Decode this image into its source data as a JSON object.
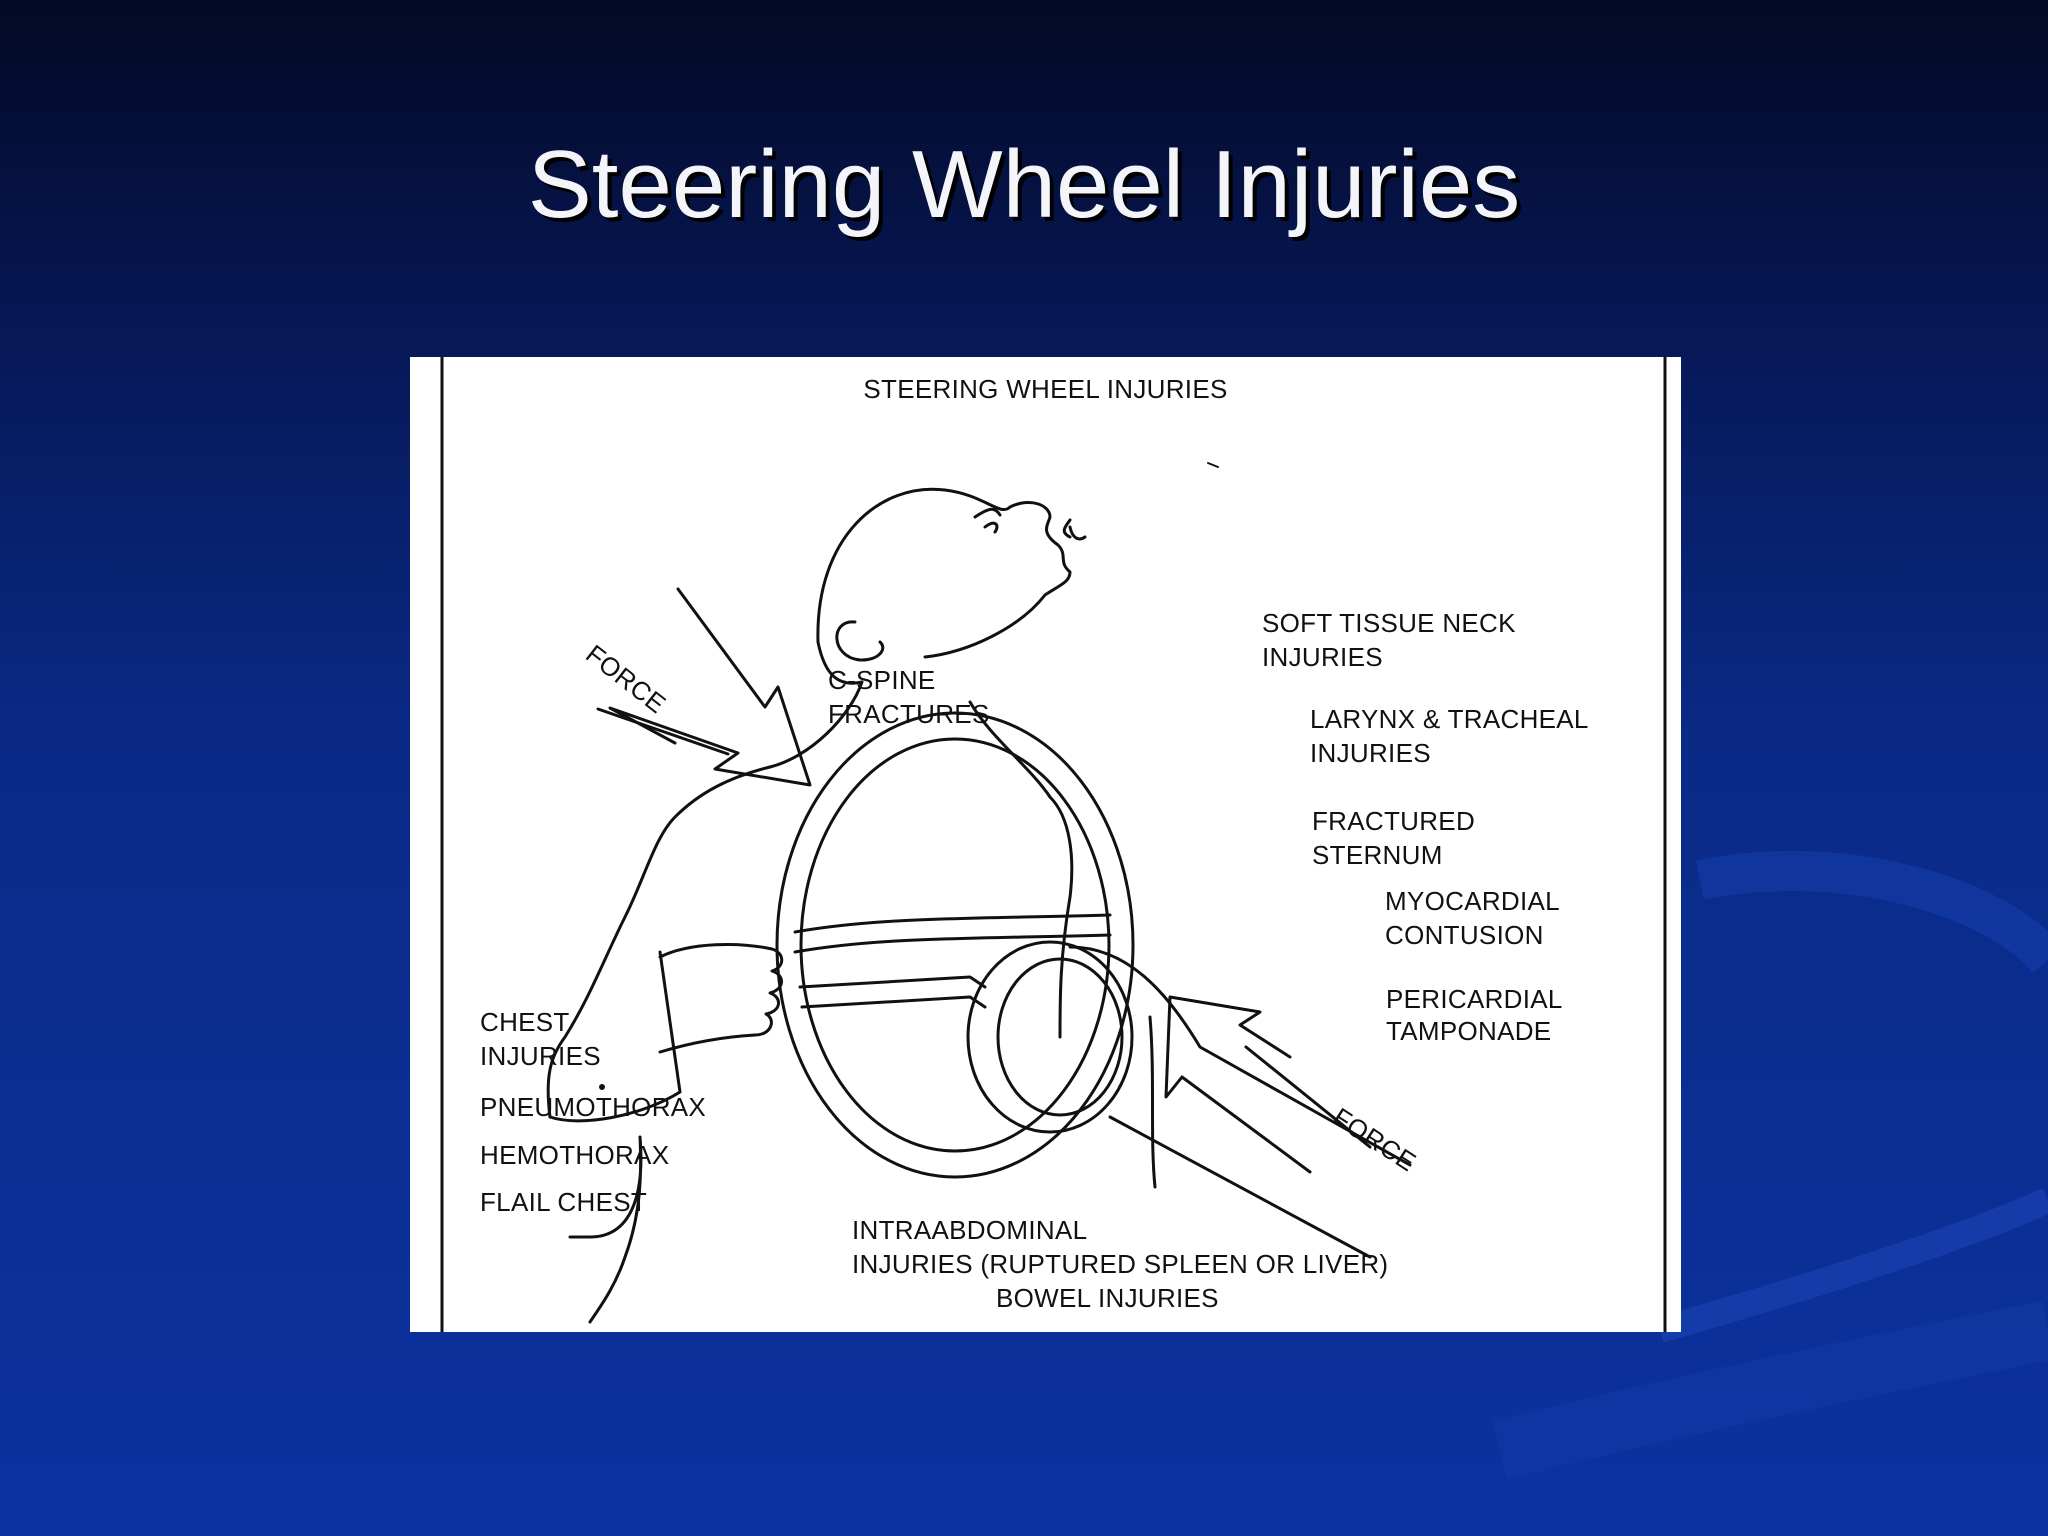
{
  "slide": {
    "title": "Steering Wheel Injuries"
  },
  "figure": {
    "heading": "STEERING WHEEL  INJURIES",
    "labels": {
      "force_upper": "FORCE",
      "force_lower": "FORCE",
      "c_spine": [
        "C-SPINE",
        "FRACTURES"
      ],
      "soft_tissue": [
        "SOFT TISSUE NECK",
        "INJURIES"
      ],
      "larynx": [
        "LARYNX & TRACHEAL",
        "INJURIES"
      ],
      "sternum": [
        "FRACTURED",
        "STERNUM"
      ],
      "myocardial": [
        "MYOCARDIAL",
        "CONTUSION"
      ],
      "pericardial": [
        "PERICARDIAL",
        "TAMPONADE"
      ],
      "chest": [
        "CHEST",
        "INJURIES"
      ],
      "pneumothorax": "PNEUMOTHORAX",
      "hemothorax": "HEMOTHORAX",
      "flail": "FLAIL CHEST",
      "abdominal": [
        "INTRAABDOMINAL",
        "INJURIES (RUPTURED SPLEEN OR LIVER)",
        "BOWEL INJURIES"
      ]
    }
  },
  "colors": {
    "background_top": "#030a24",
    "background_bottom": "#0b32a0",
    "title_text": "#f4f4fb",
    "figure_background": "#ffffff",
    "line_art": "#111111"
  }
}
